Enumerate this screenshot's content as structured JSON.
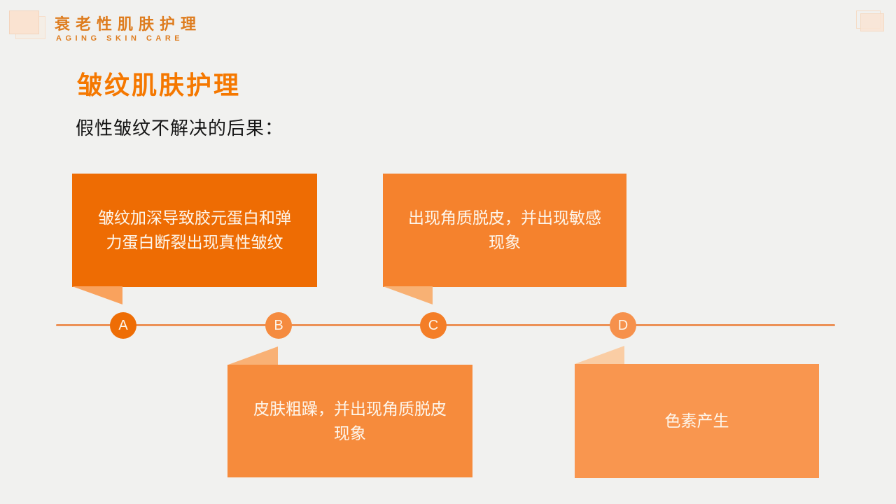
{
  "slide": {
    "background": "#F1F1EF",
    "header": {
      "brand_title": "衰老性肌肤护理",
      "brand_subtitle": "AGING SKIN CARE",
      "brand_color": "#DE7C1E"
    },
    "title": "皱纹肌肤护理",
    "title_color": "#F57800",
    "subtitle": "假性皱纹不解决的后果：",
    "timeline": {
      "line_color": "#EC9156",
      "items": [
        {
          "label": "A",
          "text": "皱纹加深导致胶元蛋白和弹力蛋白断裂出现真性皱纹",
          "position": "above",
          "box_color": "#EE6C03",
          "tail_color": "#F9A25D",
          "circle_color": "#EE6D05"
        },
        {
          "label": "B",
          "text": "皮肤粗躁，并出现角质脱皮现象",
          "position": "below",
          "box_color": "#F68B3C",
          "tail_color": "#F9B175",
          "circle_color": "#F58B3F"
        },
        {
          "label": "C",
          "text": "出现角质脱皮，并出现敏感现象",
          "position": "above",
          "box_color": "#F5822D",
          "tail_color": "#F8B174",
          "circle_color": "#F47E27"
        },
        {
          "label": "D",
          "text": "色素产生",
          "position": "below",
          "box_color": "#F9964F",
          "tail_color": "#FACDA4",
          "circle_color": "#F6914C"
        }
      ]
    }
  }
}
